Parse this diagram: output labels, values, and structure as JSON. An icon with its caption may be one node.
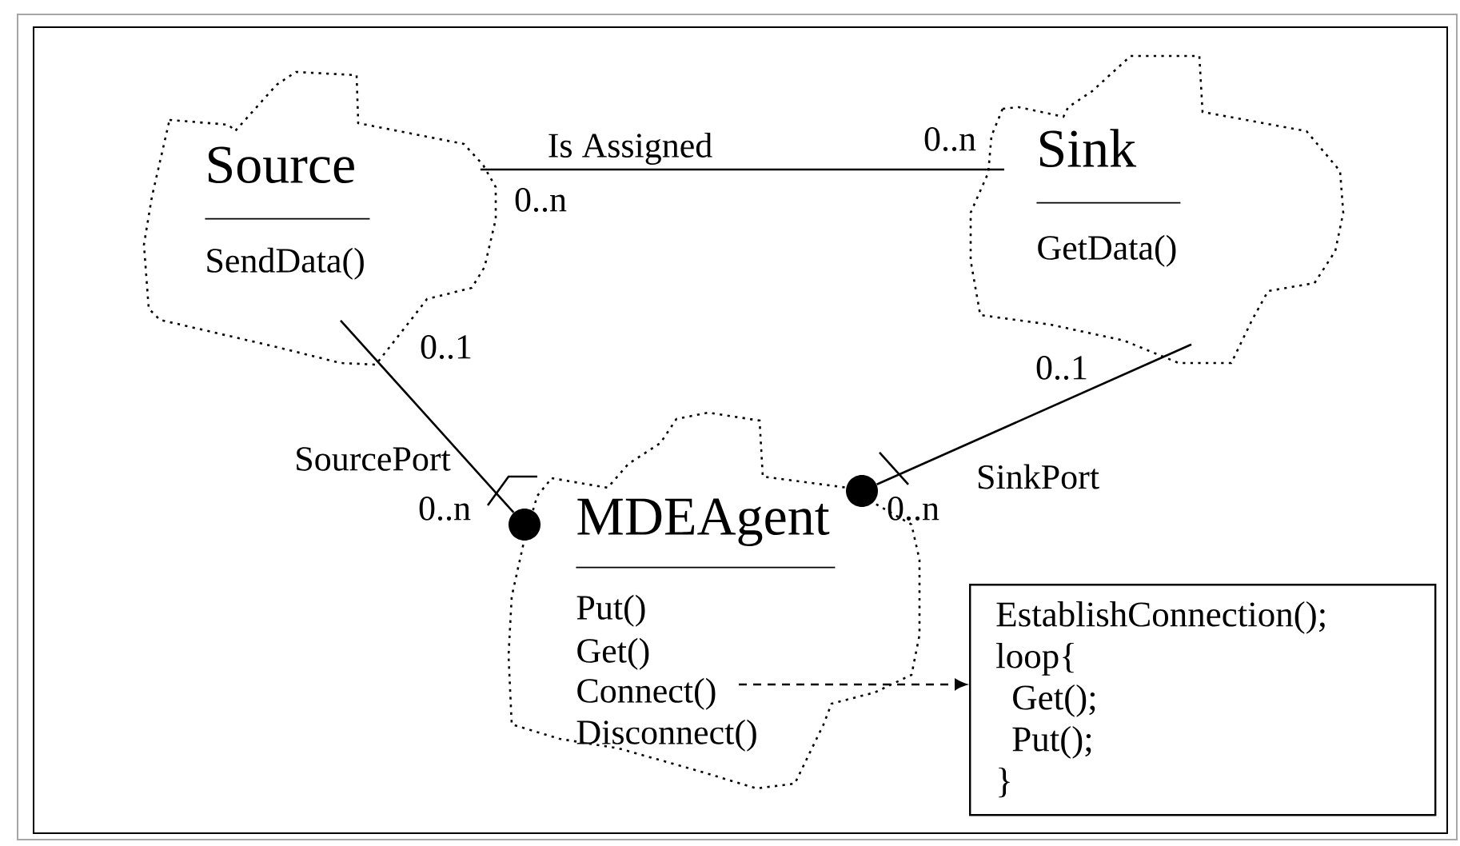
{
  "diagram": {
    "nodes": [
      {
        "text": [
          "Source",
          "SendData()"
        ]
      },
      {
        "text": [
          "Sink",
          "GetData()"
        ]
      },
      {
        "text": [
          "MDEAgent",
          "Put()",
          "Get()",
          "Connect()",
          "Disconnect()"
        ]
      },
      {
        "text": [],
        "shape": "circle"
      },
      {
        "text": [],
        "shape": "circle"
      },
      {
        "text": [
          "EstablishConnection();",
          "loop{",
          "Get();",
          "Put();",
          "}"
        ]
      }
    ],
    "edges": [
      {
        "from": 0,
        "to": 1,
        "arrow": "none",
        "label": "Is Assigned"
      },
      {
        "from": 0,
        "to": 3,
        "arrow": "none",
        "label": "SourcePort"
      },
      {
        "from": 1,
        "to": 4,
        "arrow": "none",
        "label": "SinkPort"
      },
      {
        "from": 2,
        "to": 5,
        "arrow": "to",
        "style": "dashed"
      }
    ],
    "labels": [
      "0..n",
      "0..n",
      "0..1",
      "0..1",
      "0..n",
      "0..n"
    ]
  }
}
